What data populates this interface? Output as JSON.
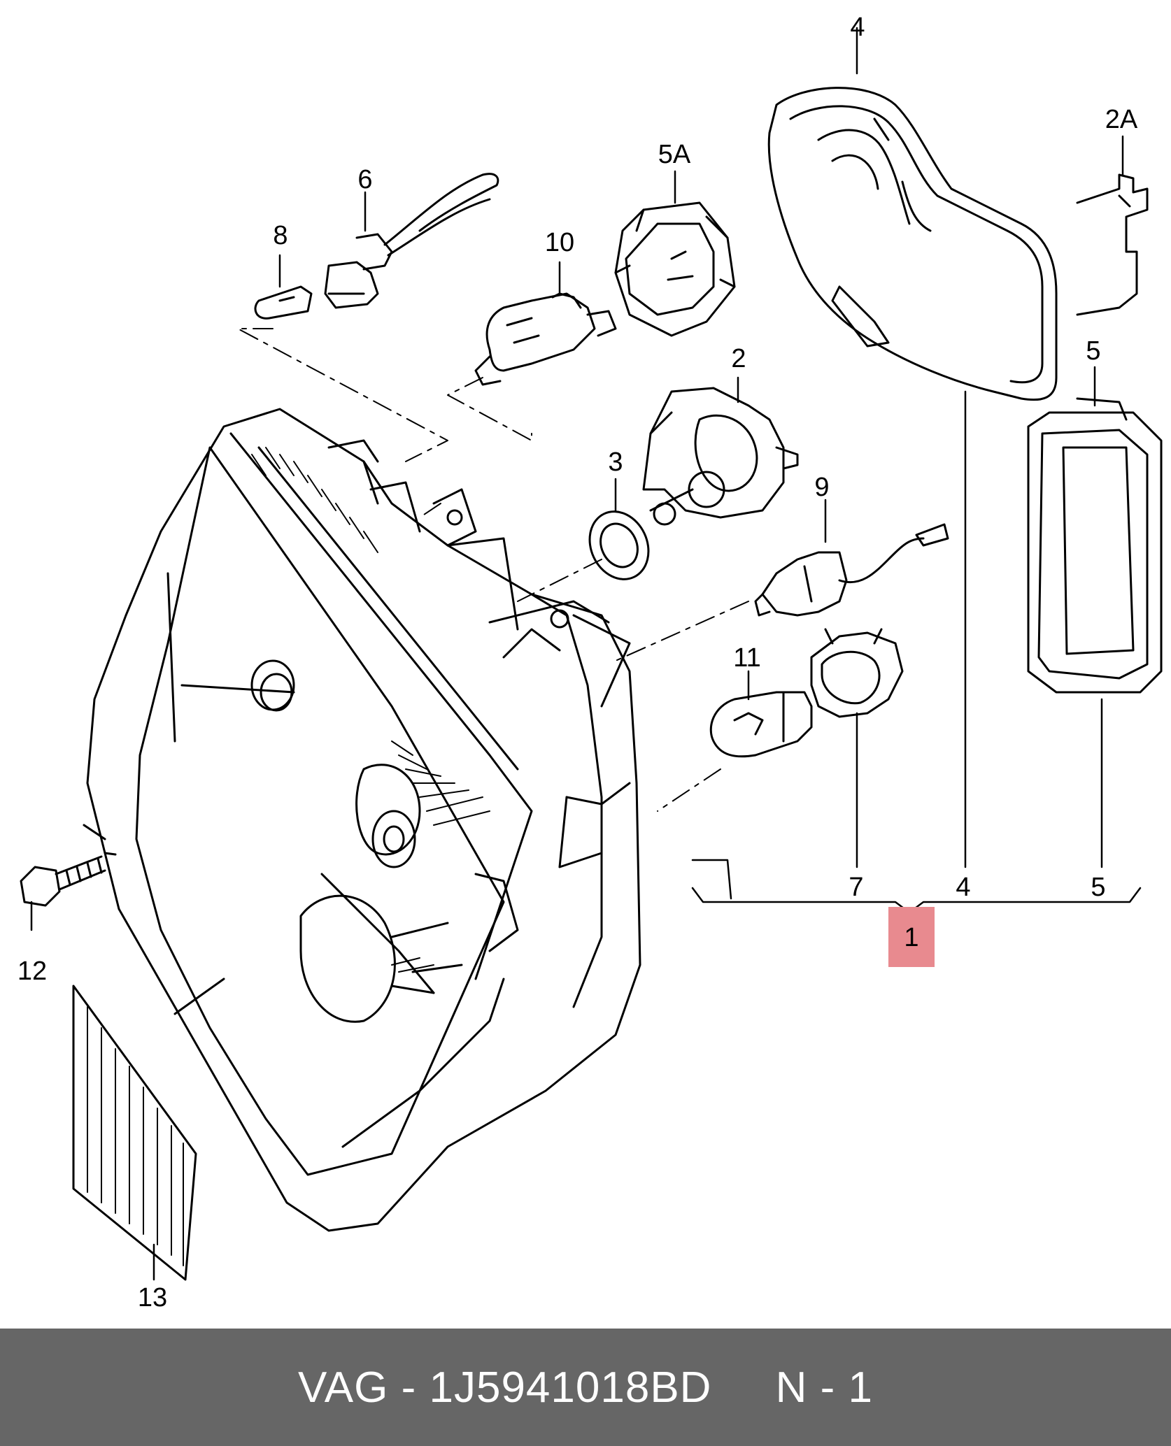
{
  "callouts": {
    "c4_top": "4",
    "c2A": "2A",
    "c5A": "5A",
    "c6": "6",
    "c8": "8",
    "c10": "10",
    "c2": "2",
    "c5_top": "5",
    "c3": "3",
    "c9": "9",
    "c11": "11",
    "c7": "7",
    "c4_bottom": "4",
    "c5_bottom": "5",
    "c1": "1",
    "c12": "12",
    "c13": "13"
  },
  "highlight_color": "#e88a8f",
  "footer": {
    "text": "VAG - 1J5941018BD     N - 1",
    "background": "#666666"
  }
}
